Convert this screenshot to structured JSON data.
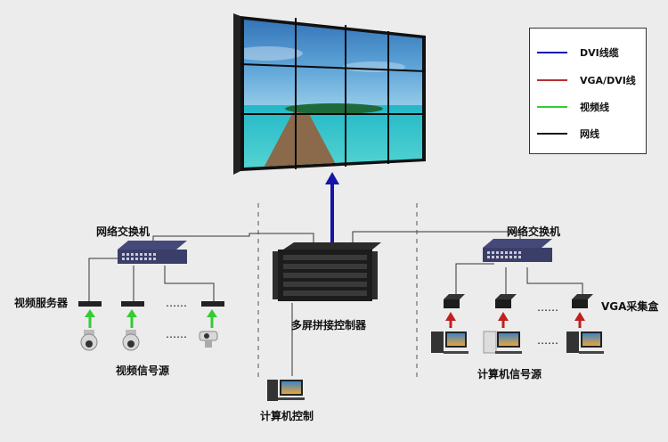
{
  "labels": {
    "switch_left": "网络交换机",
    "switch_right": "网络交换机",
    "video_server": "视频服务器",
    "video_source": "视频信号源",
    "controller": "多屏拼接控制器",
    "computer_control": "计算机控制",
    "computer_source": "计算机信号源",
    "vga_capture": "VGA采集盒",
    "dots": "……"
  },
  "legend": [
    {
      "label": "DVI线缆",
      "color": "#1515a8"
    },
    {
      "label": "VGA/DVI线",
      "color": "#b83030"
    },
    {
      "label": "视频线",
      "color": "#33cc33"
    },
    {
      "label": "网线",
      "color": "#111111"
    }
  ]
}
